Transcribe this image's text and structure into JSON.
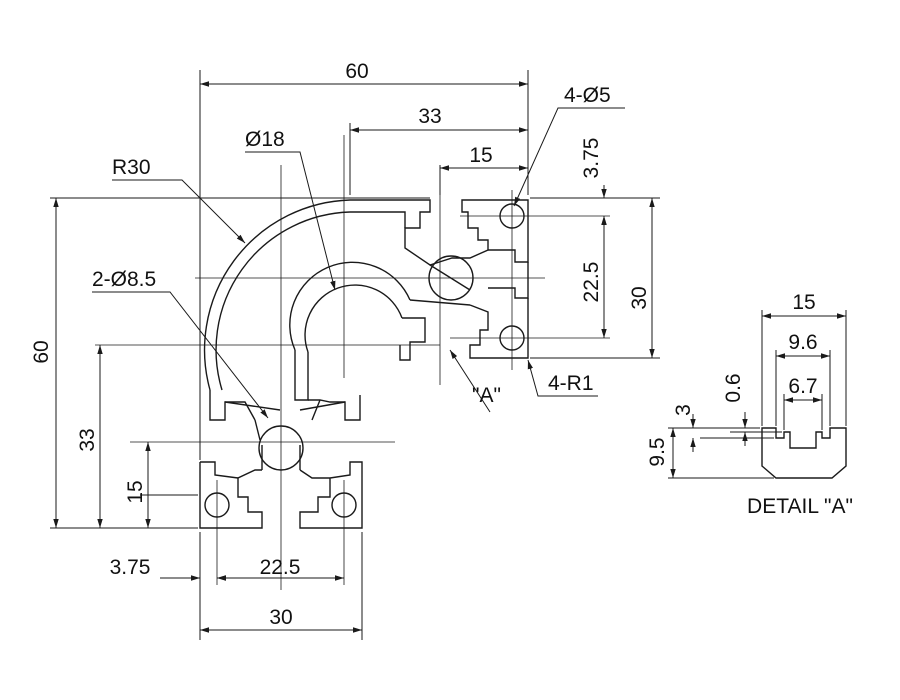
{
  "drawing": {
    "colors": {
      "line": "#1a1a1a",
      "background": "#ffffff"
    },
    "dimensions": {
      "overall_width": "60",
      "overall_height": "60",
      "slot_offset_top": "33",
      "slot_offset_left": "33",
      "slot_offset_top_small": "15",
      "slot_offset_left_small": "15",
      "corner_offset_top": "3.75",
      "corner_offset_left": "3.75",
      "hole_spacing_right": "22.5",
      "hole_spacing_bottom": "22.5",
      "end_height_right": "30",
      "end_width_bottom": "30",
      "radius_outer": "R30",
      "bore_diameter": "Ø18",
      "holes_large": "2-Ø8.5",
      "holes_small": "4-Ø5",
      "corner_radius": "4-R1",
      "detail_ref": "\"A\""
    },
    "detail": {
      "title": "DETAIL \"A\"",
      "width": "15",
      "slot_inner": "9.6",
      "slot_opening": "6.7",
      "lip_thickness": "0.6",
      "lip_height": "3",
      "depth": "9.5"
    }
  }
}
